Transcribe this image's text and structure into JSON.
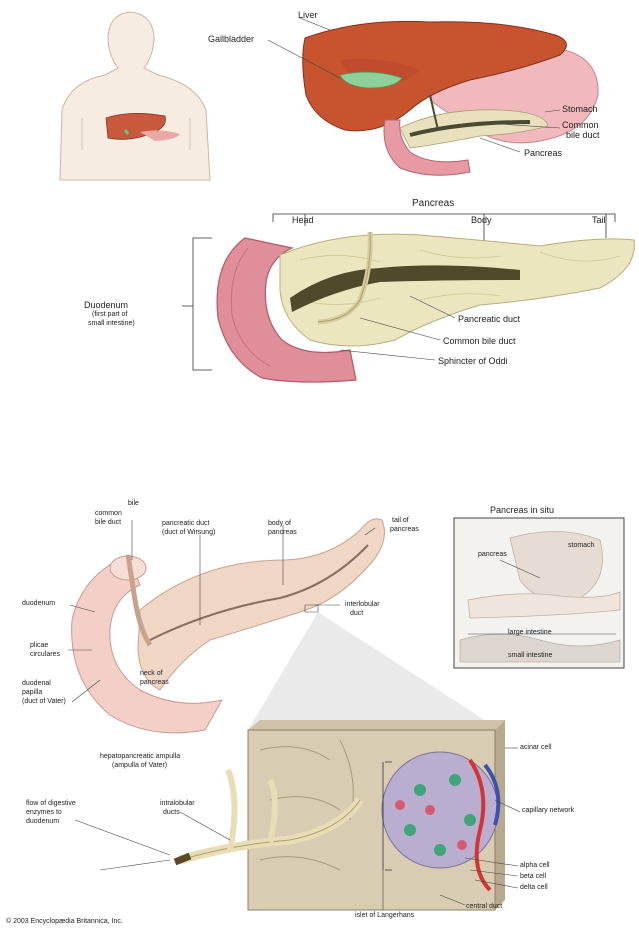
{
  "top": {
    "label_liver": "Liver",
    "label_gallbladder": "Gallbladder",
    "label_stomach": "Stomach",
    "label_common_bile_duct_1": "Common",
    "label_common_bile_duct_2": "bile duct",
    "label_pancreas": "Pancreas"
  },
  "middle": {
    "title": "Pancreas",
    "label_head": "Head",
    "label_body": "Body",
    "label_tail": "Tail",
    "label_duodenum": "Duodenum",
    "label_duodenum_note_1": "(first part of",
    "label_duodenum_note_2": "small intestine)",
    "label_pancreatic_duct": "Pancreatic duct",
    "label_common_bile_duct": "Common bile duct",
    "label_sphincter": "Sphincter of Oddi"
  },
  "bottom": {
    "label_bile": "bile",
    "label_common_bile_duct_1": "common",
    "label_common_bile_duct_2": "bile duct",
    "label_pancreatic_duct_1": "pancreatic duct",
    "label_pancreatic_duct_2": "(duct of Wirsung)",
    "label_body_1": "body of",
    "label_body_2": "pancreas",
    "label_tail_1": "tail of",
    "label_tail_2": "pancreas",
    "label_interlobular": "interlobular",
    "label_interlobular_2": "duct",
    "label_duodenum": "duodenum",
    "label_plicae_1": "plicae",
    "label_plicae_2": "circulares",
    "label_papilla_1": "duodenal",
    "label_papilla_2": "papilla",
    "label_papilla_3": "(duct of Vater)",
    "label_neck_1": "neck of",
    "label_neck_2": "pancreas",
    "label_ampulla_1": "hepatopancreatic ampulla",
    "label_ampulla_2": "(ampulla of Vater)",
    "inset_title": "Pancreas in situ",
    "inset_pancreas": "pancreas",
    "inset_stomach": "stomach",
    "inset_large_intestine": "large intestine",
    "inset_small_intestine": "small intestine",
    "label_acinar_cell": "acinar cell",
    "label_capillary_network": "capillary network",
    "label_alpha_cell": "alpha cell",
    "label_beta_cell": "beta cell",
    "label_delta_cell": "delta cell",
    "label_central_duct": "central duct",
    "label_islet": "islet of Langerhans",
    "label_intralobular_1": "intralobular",
    "label_intralobular_2": "ducts",
    "label_flow_1": "flow of digestive",
    "label_flow_2": "enzymes to",
    "label_flow_3": "duodenum",
    "copyright": "© 2003 Encyclopædia Britannica, Inc."
  }
}
